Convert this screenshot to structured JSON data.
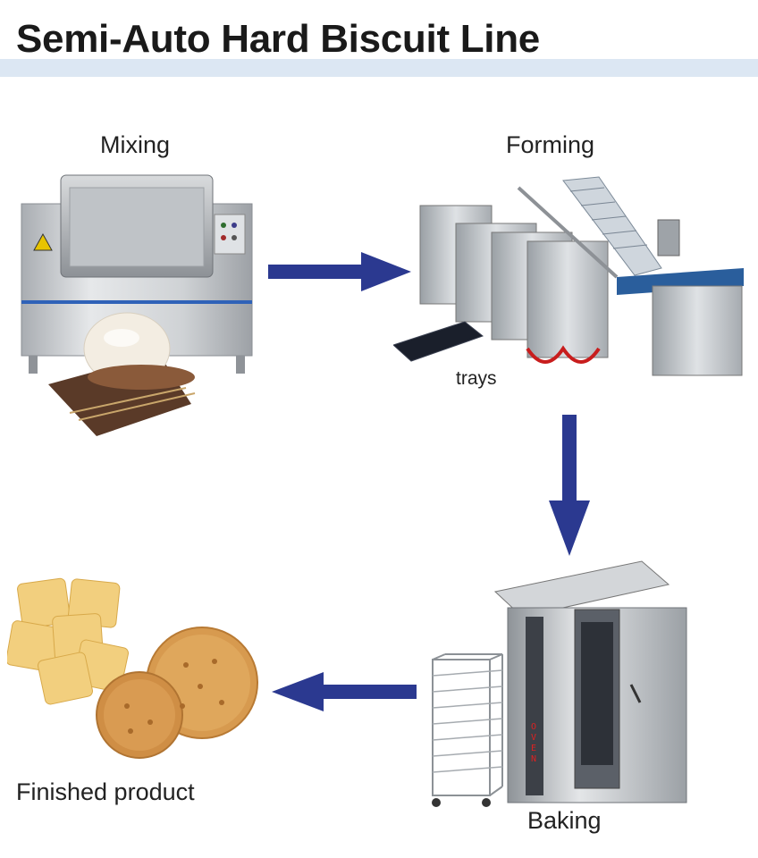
{
  "title": "Semi-Auto Hard Biscuit Line",
  "steps": {
    "mixing": "Mixing",
    "forming": "Forming",
    "trays": "trays",
    "baking": "Baking",
    "finished": "Finished product"
  },
  "oven_text": "OVEN",
  "colors": {
    "arrow": "#2b3990",
    "title_band": "#dce7f3",
    "steel": "#c9ccd0"
  }
}
